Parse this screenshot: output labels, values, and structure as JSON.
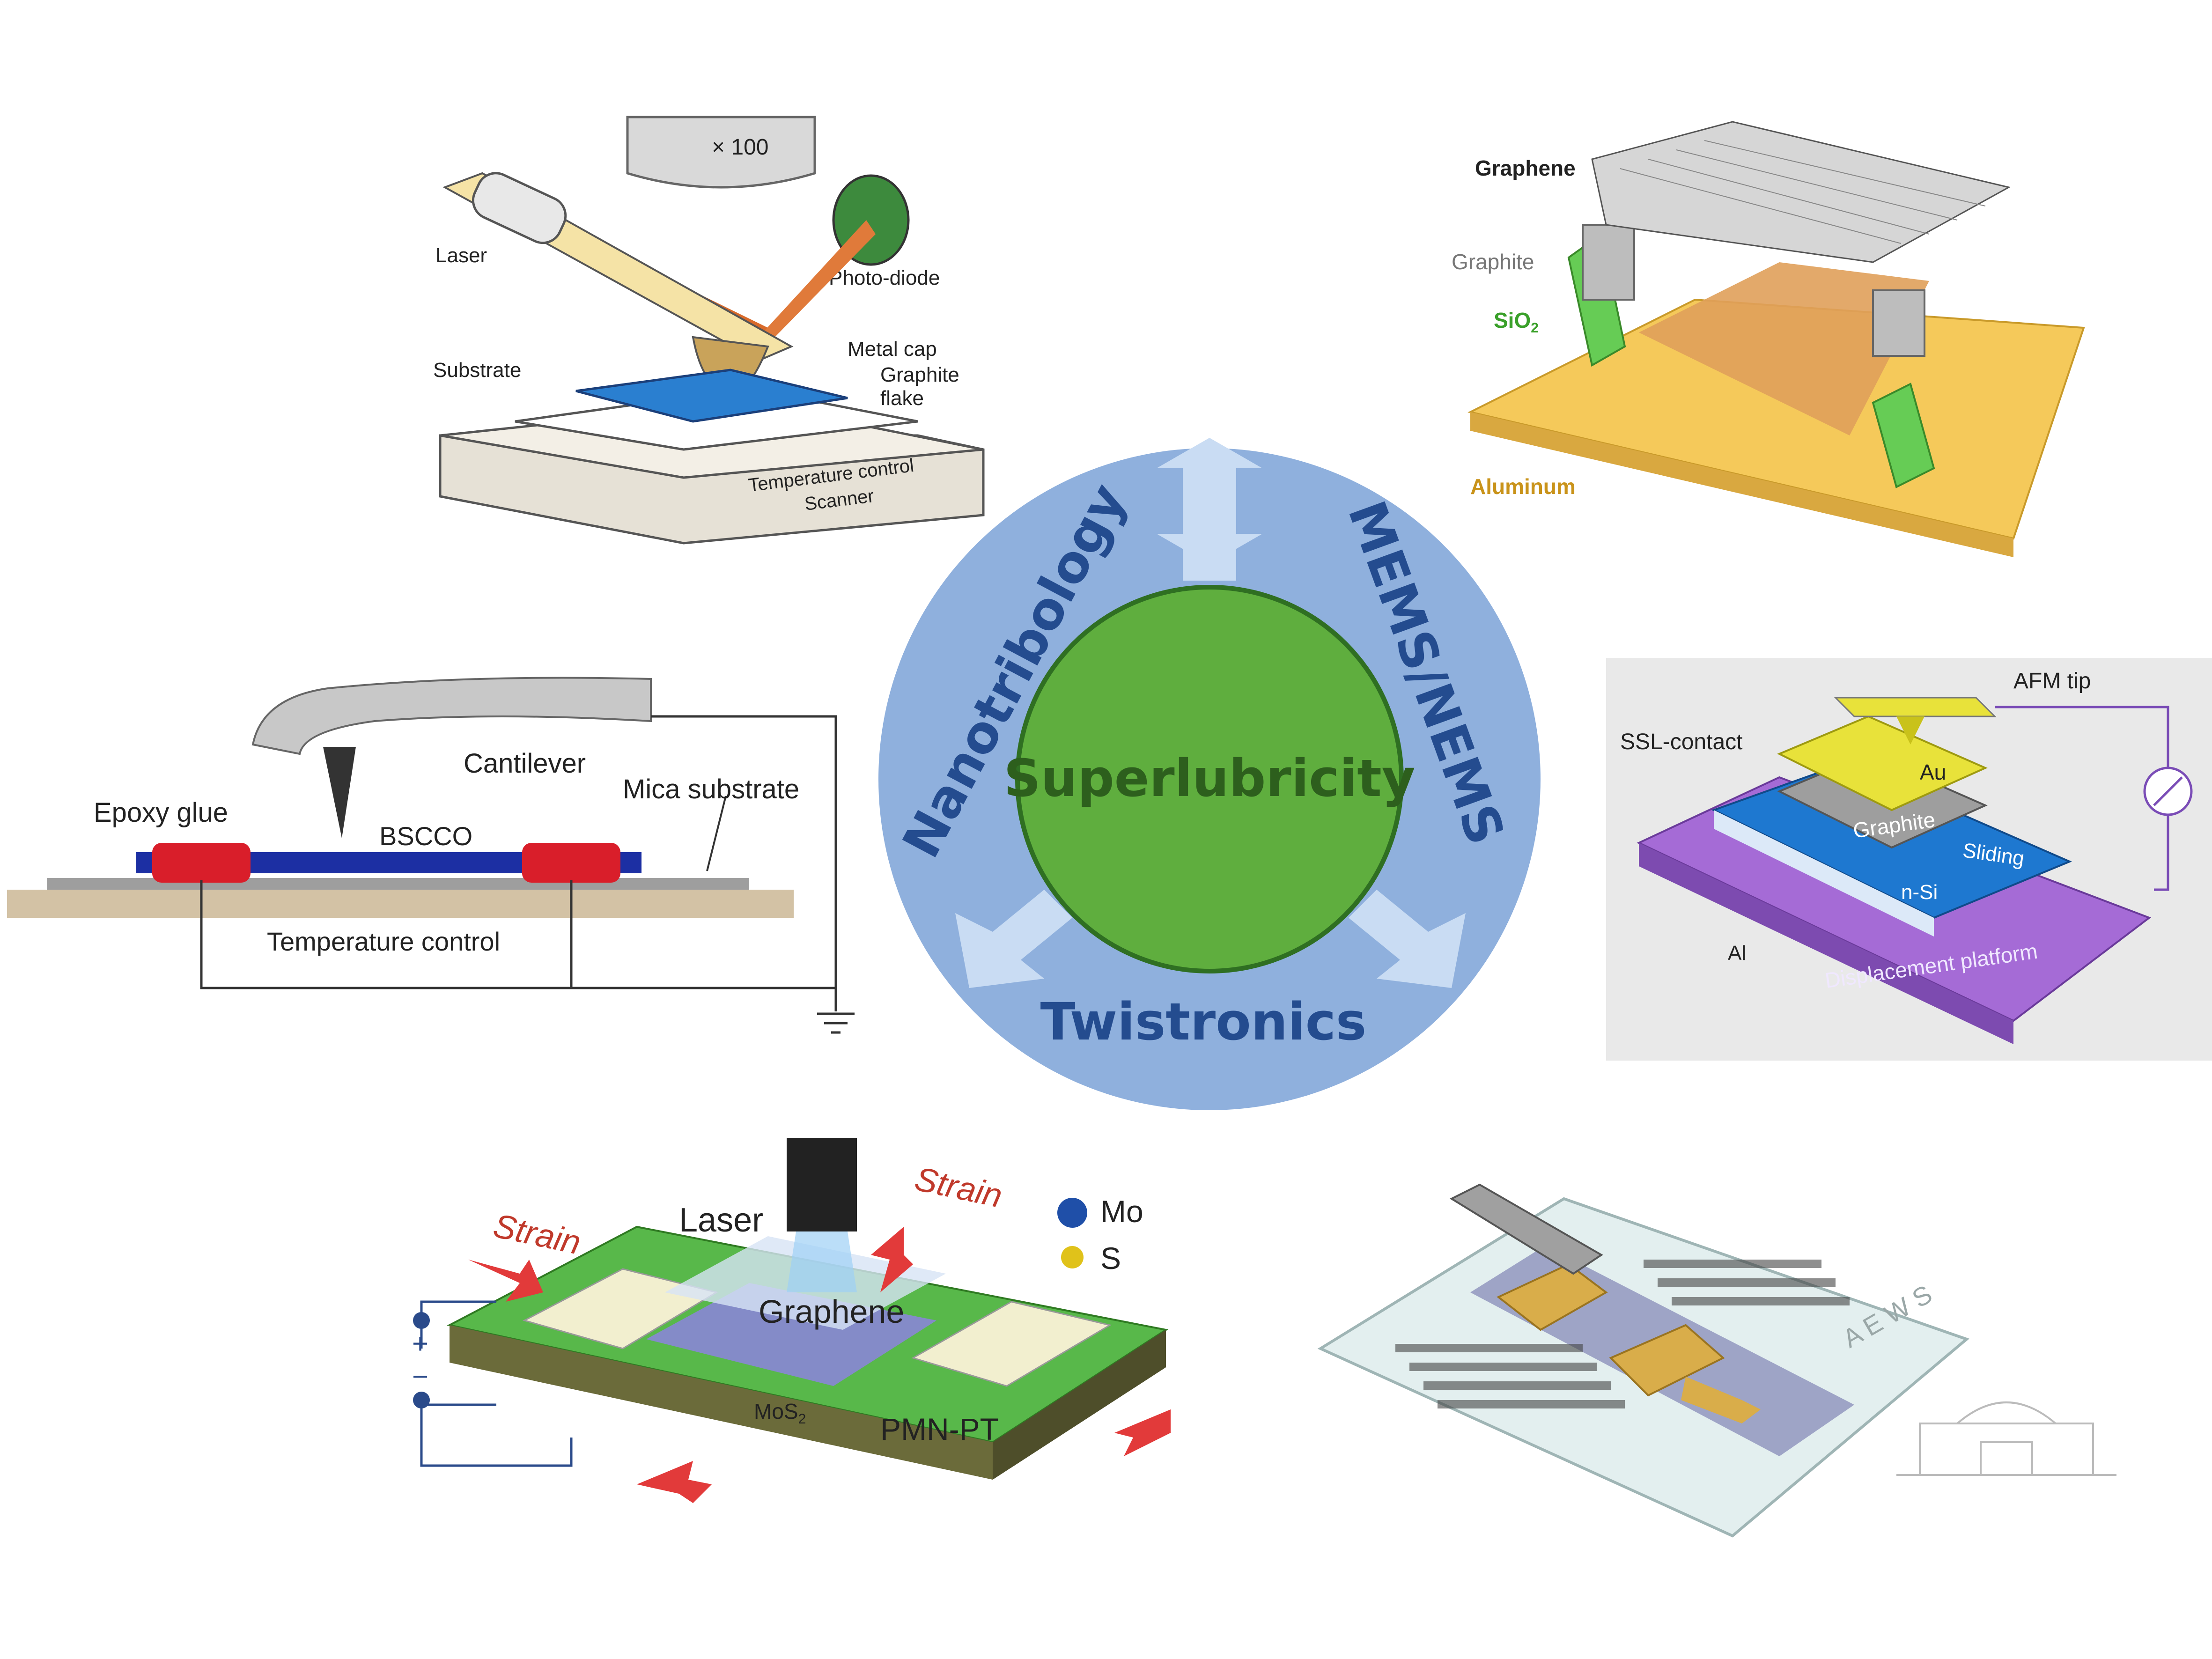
{
  "center": {
    "title": "Superlubricity",
    "colors": {
      "outer": "#8fb0dd",
      "inner": "#5fae3e",
      "text_outer": "#244c8f",
      "text_inner": "#2d5f1d"
    }
  },
  "ring": {
    "left": "Nanotribology",
    "right": "MEMS/NEMS",
    "bottom": "Twistronics"
  },
  "panel_afm": {
    "objective": "× 100",
    "laser": "Laser",
    "photodiode": "Photo-diode",
    "substrate": "Substrate",
    "metal_cap": "Metal cap",
    "graphite_flake_1": "Graphite",
    "graphite_flake_2": "flake",
    "temperature": "Temperature control",
    "scanner": "Scanner"
  },
  "panel_graphene": {
    "graphene": "Graphene",
    "graphite": "Graphite",
    "sio2": "SiO",
    "sio2_sub": "2",
    "aluminum": "Aluminum"
  },
  "panel_bscco": {
    "cantilever": "Cantilever",
    "epoxy": "Epoxy glue",
    "mica": "Mica substrate",
    "bscco": "BSCCO",
    "temperature": "Temperature control"
  },
  "panel_ssl": {
    "afm_tip": "AFM tip",
    "ssl_contact": "SSL-contact",
    "au": "Au",
    "graphite": "Graphite",
    "sliding": "Sliding",
    "nsi": "n-Si",
    "al": "Al",
    "platform": "Displacement platform"
  },
  "panel_strain": {
    "strain_left": "Strain",
    "strain_right": "Strain",
    "laser": "Laser",
    "mo": "Mo",
    "s": "S",
    "graphene": "Graphene",
    "mos2": "MoS",
    "mos2_sub": "2",
    "pmn": "PMN-PT",
    "plus": "+",
    "minus": "−"
  },
  "panel_mems": {
    "watermark": "A E W S"
  }
}
